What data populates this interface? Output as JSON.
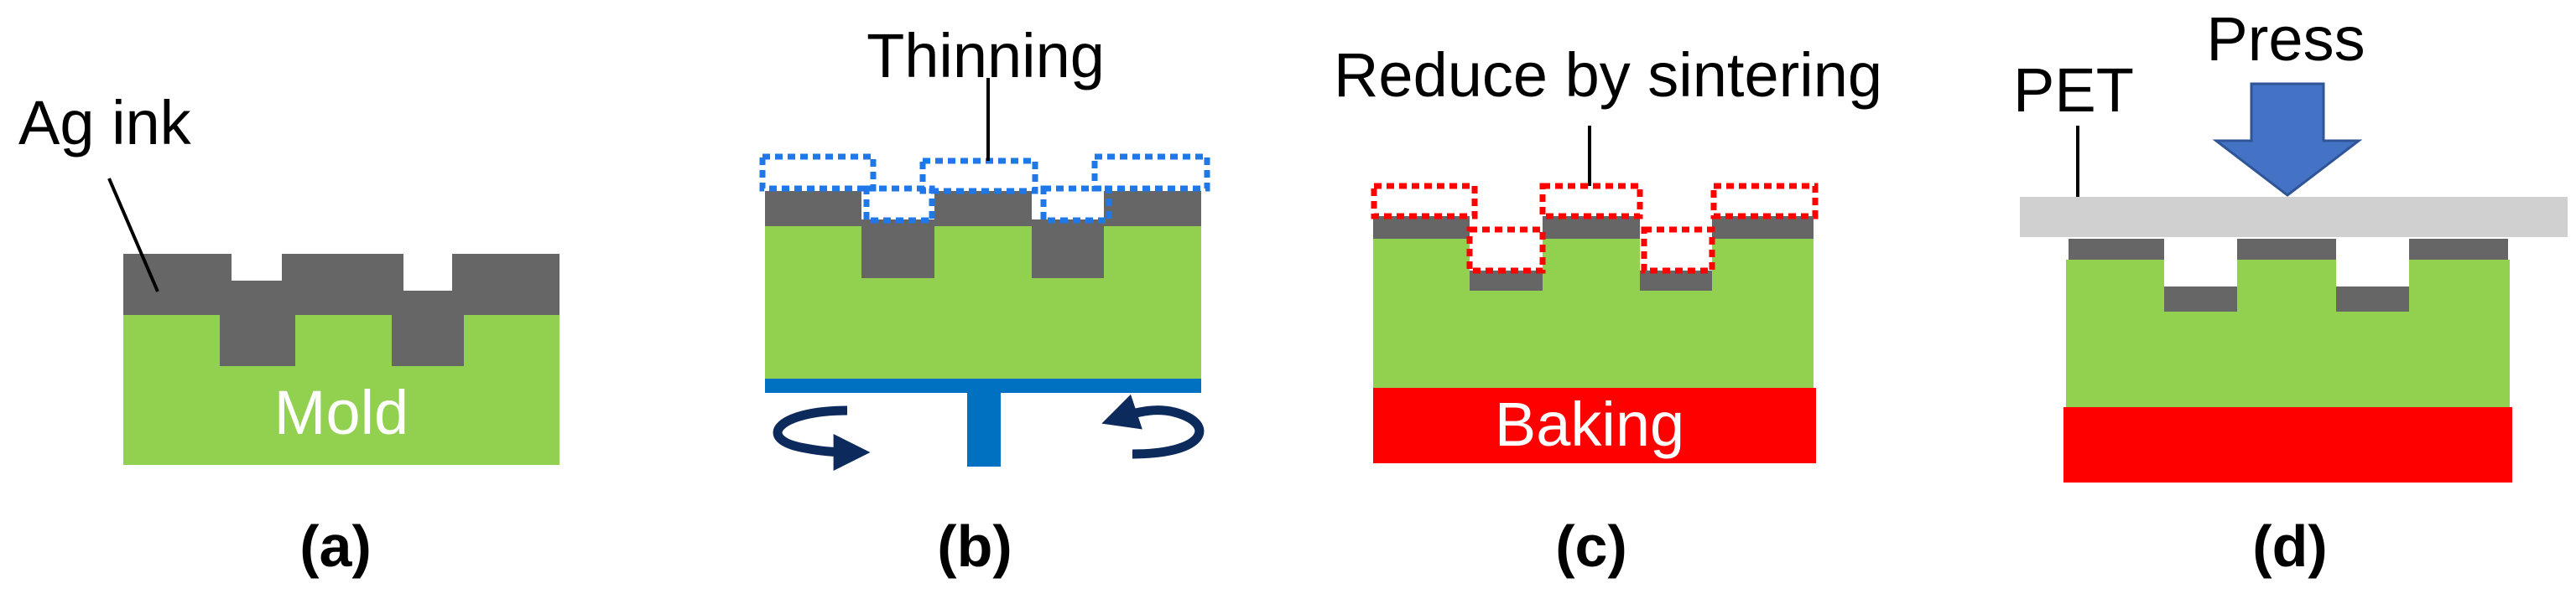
{
  "panels": {
    "a": {
      "caption": "(a)",
      "ink_label": "Ag ink",
      "mold_label": "Mold"
    },
    "b": {
      "caption": "(b)",
      "process_label": "Thinning"
    },
    "c": {
      "caption": "(c)",
      "process_label": "Reduce by sintering",
      "heater_label": "Baking"
    },
    "d": {
      "caption": "(d)",
      "film_label": "PET",
      "action_label": "Press"
    }
  },
  "colors": {
    "mold": "#92d050",
    "ink": "#666666",
    "removed_ink_outline_b": "#1f77e8",
    "reduced_ink_outline_c": "#ff0000",
    "spin_stage": "#0070c0",
    "rotation_arrows": "#0d2a5c",
    "heater": "#ff0000",
    "pet_film": "#d0d0d0",
    "press_arrow": "#4472c4"
  },
  "icons": {
    "spin_arrows": "curved-rotation-arrow-icon",
    "press_arrow": "down-arrow-icon"
  }
}
